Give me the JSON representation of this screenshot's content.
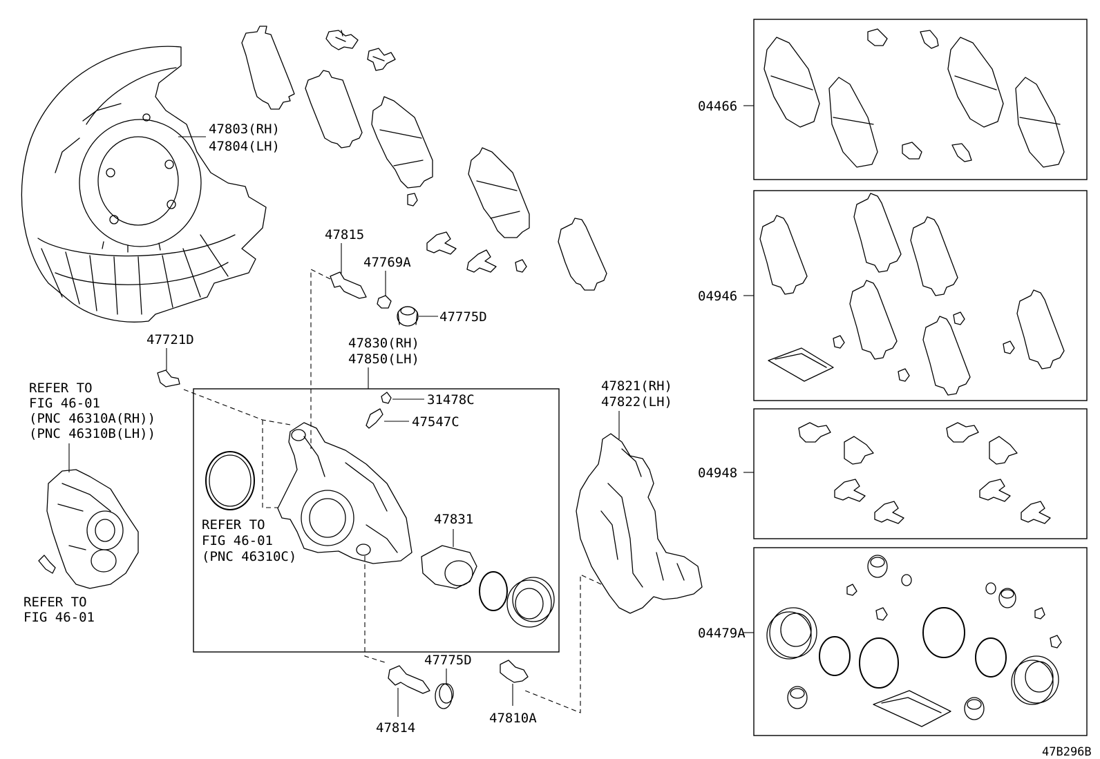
{
  "labels": {
    "l47803": "47803(RH)",
    "l47804": "47804(LH)",
    "l47815": "47815",
    "l47769A": "47769A",
    "l47775D_top": "47775D",
    "l47721D": "47721D",
    "l47830": "47830(RH)",
    "l47850": "47850(LH)",
    "l31478C": "31478C",
    "l47547C": "47547C",
    "l47821": "47821(RH)",
    "l47822": "47822(LH)",
    "l47831": "47831",
    "l47775D_bottom": "47775D",
    "l47814": "47814",
    "l47810A": "47810A",
    "k04466": "04466",
    "k04946": "04946",
    "k04948": "04948",
    "k04479A": "04479A",
    "figure_code": "47B296B"
  },
  "refer_left": [
    "REFER TO",
    "FIG 46-01",
    "(PNC 46310A(RH))",
    "(PNC 46310B(LH))"
  ],
  "refer_mid": [
    "REFER TO",
    "FIG 46-01",
    "(PNC 46310C)"
  ],
  "refer_bottom": [
    "REFER TO",
    "FIG 46-01"
  ]
}
